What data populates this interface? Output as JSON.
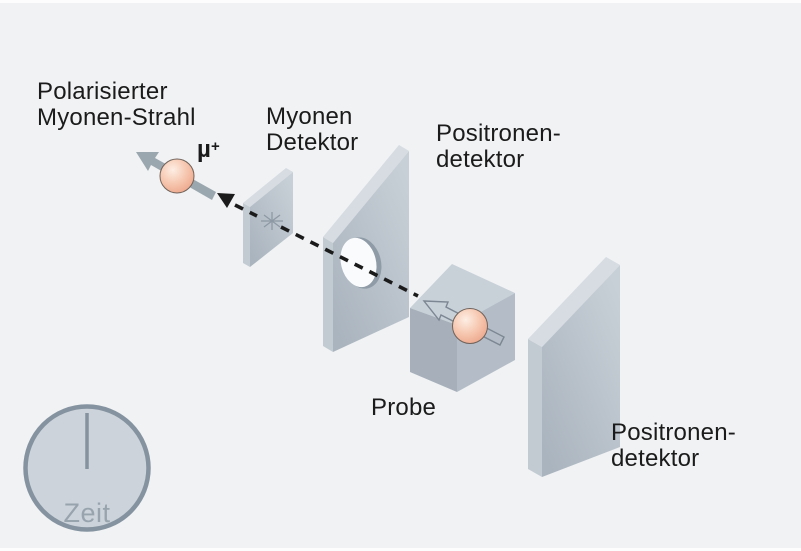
{
  "labels": {
    "beam_line1": "Polarisierter",
    "beam_line2": "Myonen-Strahl",
    "muon_symbol": "µ",
    "muon_charge_sup": "+",
    "myon_detector_line1": "Myonen",
    "myon_detector_line2": "Detektor",
    "positron_detector_front_line1": "Positronen-",
    "positron_detector_front_line2": "detektor",
    "sample": "Probe",
    "positron_detector_back_line1": "Positronen-",
    "positron_detector_back_line2": "detektor",
    "clock": "Zeit"
  },
  "colors": {
    "page_margin": "#fdfdfd",
    "background": "#f0f2f4",
    "text": "#1b1b1b",
    "plate_bevel": "#d6dce1",
    "plate_side": "#c3cbd2",
    "plate_front_light": "#c8d0d7",
    "plate_front_dark": "#aab4be",
    "cube_top": "#c8d0d8",
    "cube_left": "#a6afba",
    "cube_right": "#b4bdc7",
    "sphere_light": "#fdeee4",
    "sphere_mid": "#f6c5ad",
    "sphere_dark": "#e89d81",
    "sphere_stroke": "#70625a",
    "spin_arrow": "#9ba7ae",
    "outline_arrow_stroke": "#7c8793",
    "beam": "#1b1b1b",
    "star": "#8d99a4",
    "hole_rim": "#8f9ba6",
    "hole_fill": "#fafbfc",
    "clock_fill": "#ccd3da",
    "clock_stroke": "#8593a0",
    "clock_text": "#97a3ad"
  }
}
